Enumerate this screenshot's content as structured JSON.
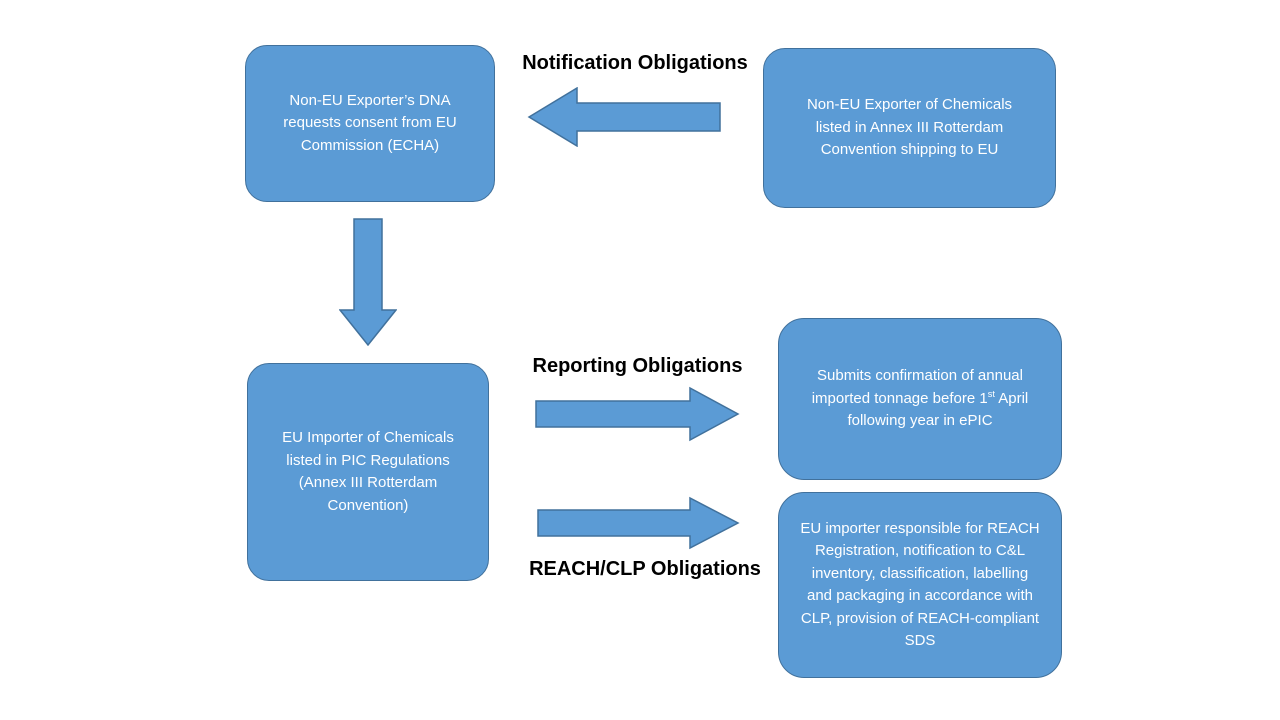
{
  "diagram": {
    "colors": {
      "shape_fill": "#5B9BD5",
      "shape_border": "#41719C",
      "shape_text": "#FFFFFF",
      "label_text": "#000000",
      "background": "#FFFFFF"
    },
    "boxes": {
      "exporter_dna": {
        "text": "Non-EU Exporter’s DNA requests consent from EU Commission (ECHA)"
      },
      "exporter_chemicals": {
        "text": "Non-EU Exporter of Chemicals listed in Annex III Rotterdam Convention shipping to EU"
      },
      "eu_importer": {
        "text": "EU Importer of Chemicals listed in PIC Regulations (Annex III Rotterdam Convention)"
      },
      "tonnage_confirmation": {
        "text_main": "Submits confirmation of annual imported tonnage before 1",
        "superscript": "st",
        "text_rest": " April following year in ePIC"
      },
      "reach_clp_duties": {
        "text": "EU importer responsible for REACH Registration, notification to C&L inventory, classification, labelling and packaging in accordance with CLP, provision of REACH-compliant SDS"
      }
    },
    "labels": {
      "notification": "Notification Obligations",
      "reporting": "Reporting Obligations",
      "reach_clp": "REACH/CLP Obligations"
    },
    "arrows": [
      {
        "name": "arrow-left-notification",
        "direction": "left"
      },
      {
        "name": "arrow-down-flow",
        "direction": "down"
      },
      {
        "name": "arrow-right-reporting",
        "direction": "right"
      },
      {
        "name": "arrow-right-reach-clp",
        "direction": "right"
      }
    ]
  }
}
